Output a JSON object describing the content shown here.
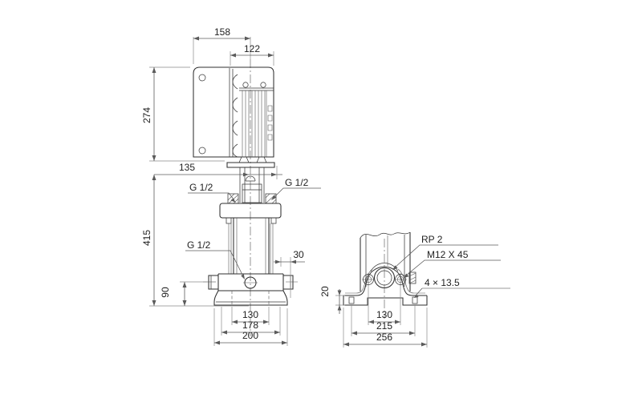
{
  "colors": {
    "background": "#ffffff",
    "outline": "#2f2f2f",
    "dimension_line": "#5b5b5b",
    "extension_line": "#8a8a8a",
    "text": "#222222"
  },
  "front_view": {
    "dim_motor_total_width": "158",
    "dim_motor_body_width": "122",
    "dim_motor_height": "274",
    "dim_head_offset": "135",
    "dim_pump_height": "415",
    "vent_plug_left": "G 1/2",
    "vent_plug_right": "G 1/2",
    "drain_plug": "G 1/2",
    "dim_port_projection": "30",
    "dim_port_height": "90",
    "dim_base_hole_spacing": "130",
    "dim_base_mid_width": "178",
    "dim_base_width": "200"
  },
  "base_view": {
    "dim_foot_height": "20",
    "port_thread": "RP 2",
    "bolt_spec": "M12 X 45",
    "foot_holes": "4 × 13.5",
    "dim_bolt_spacing": "130",
    "dim_foot_hole_spacing": "215",
    "dim_base_width": "256"
  }
}
